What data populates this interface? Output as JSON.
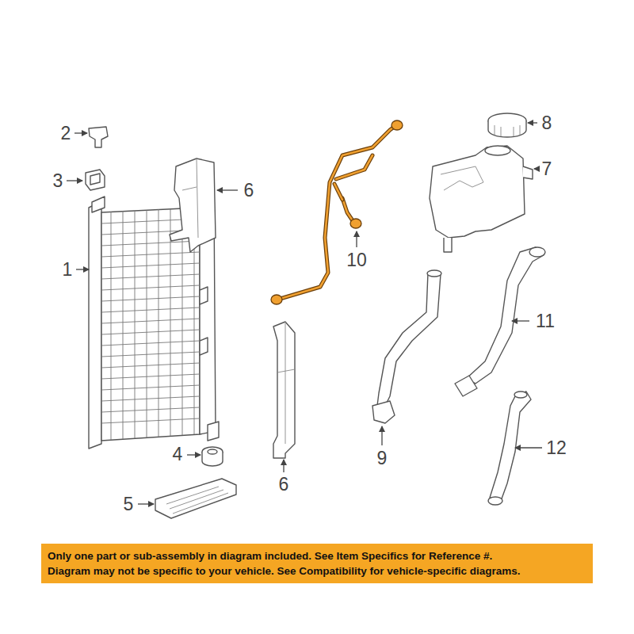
{
  "diagram": {
    "nodes": [
      {
        "text": [
          "Only one part or sub-assembly in diagram included. See Item Specifics for Reference #.",
          "Diagram may not be specific to your vehicle. See Compatibility for vehicle-specific diagrams."
        ]
      }
    ],
    "labels": [
      "8",
      "2",
      "7",
      "3",
      "6",
      "10",
      "1",
      "11",
      "12",
      "9",
      "4",
      "6",
      "5"
    ]
  }
}
